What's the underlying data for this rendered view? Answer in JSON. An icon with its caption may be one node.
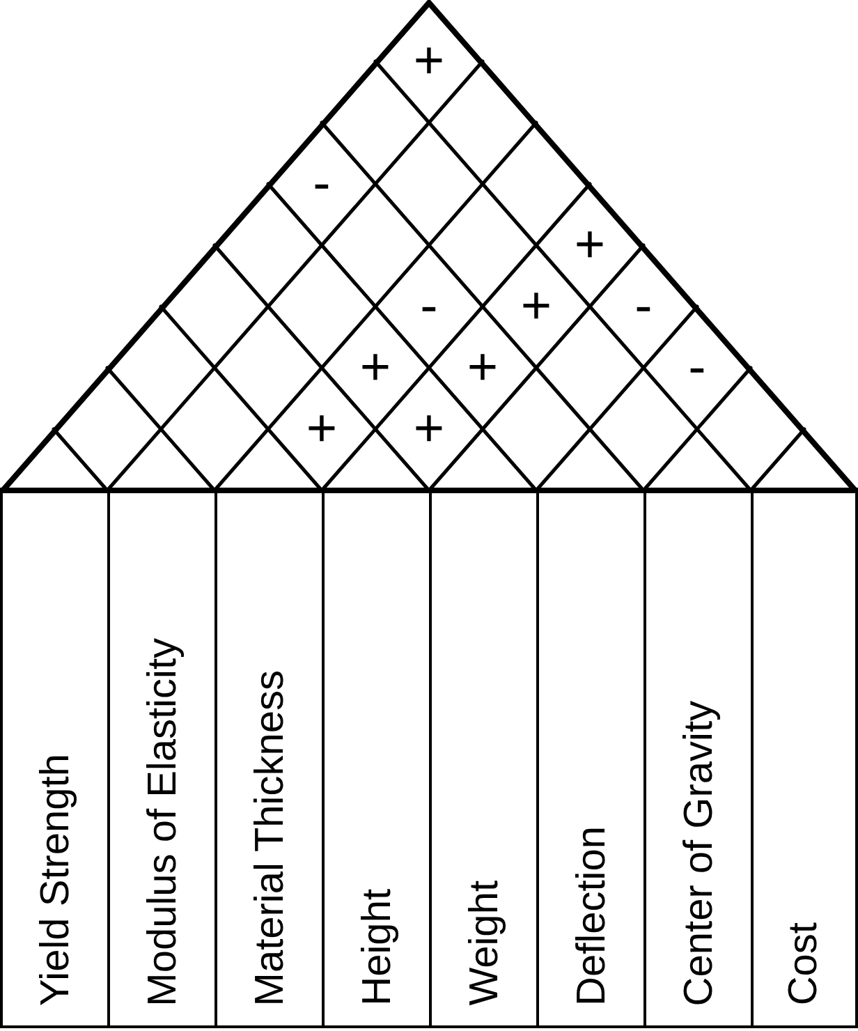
{
  "diagram": {
    "nodes": [
      {
        "text": [
          "Yield Strength"
        ]
      },
      {
        "text": [
          "Modulus of Elasticity"
        ]
      },
      {
        "text": [
          "Material Thickness"
        ]
      },
      {
        "text": [
          "Height"
        ]
      },
      {
        "text": [
          "Weight"
        ]
      },
      {
        "text": [
          "Deflection"
        ]
      },
      {
        "text": [
          "Center of Gravity"
        ]
      },
      {
        "text": [
          "Cost"
        ]
      }
    ],
    "labels": [
      "+",
      "-",
      "+",
      "-",
      "+",
      "-",
      "+",
      "+",
      "-",
      "+",
      "+"
    ]
  }
}
